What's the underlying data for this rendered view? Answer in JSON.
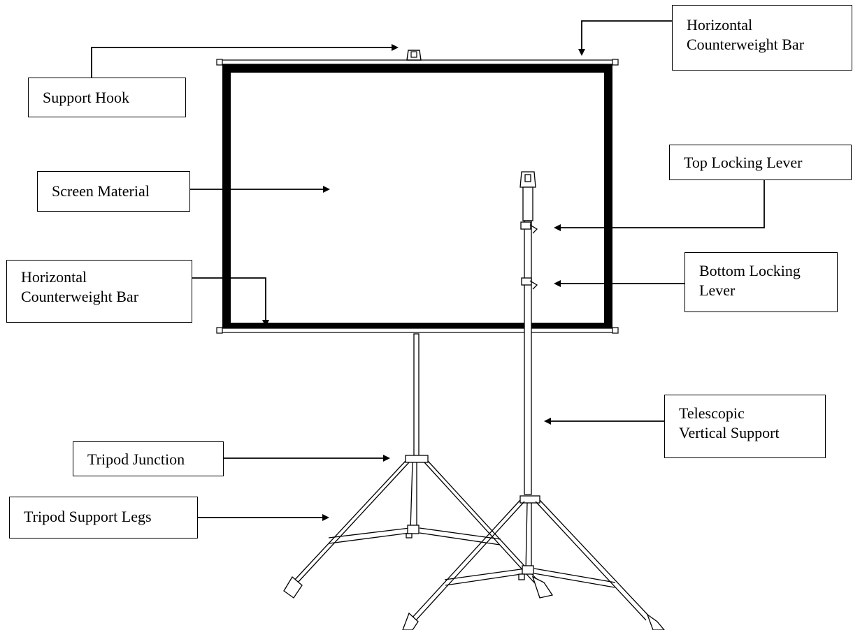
{
  "labels": {
    "support_hook": [
      "Support Hook"
    ],
    "hcb_top": [
      "Horizontal",
      "Counterweight Bar"
    ],
    "screen_material": [
      "Screen Material"
    ],
    "top_lever": [
      "Top Locking Lever"
    ],
    "bottom_lever": [
      "Bottom Locking",
      "Lever"
    ],
    "hcb_bottom": [
      "Horizontal",
      "Counterweight Bar"
    ],
    "telescopic": [
      "Telescopic",
      "Vertical Support"
    ],
    "tripod_junction": [
      "Tripod Junction"
    ],
    "tripod_legs": [
      "Tripod Support Legs"
    ]
  }
}
